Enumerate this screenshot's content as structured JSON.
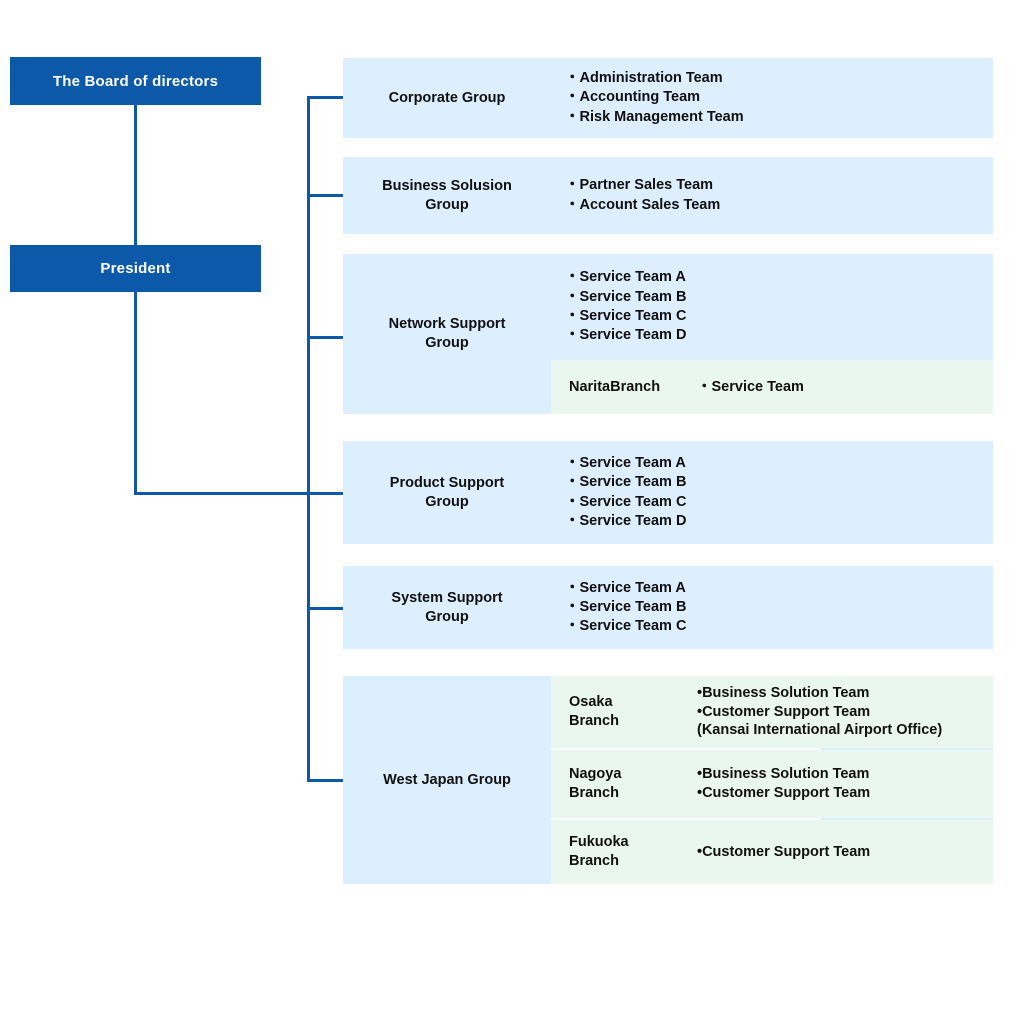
{
  "colors": {
    "exec_bg": "#0b59a8",
    "exec_text": "#ffffff",
    "panel_bg": "#ddeeff",
    "branch_bg": "#eaf7f0",
    "line": "#0b59a8",
    "text": "#101010"
  },
  "executives": {
    "board": "The Board of directors",
    "president": "President"
  },
  "groups": [
    {
      "name": "Corporate Group",
      "teams": [
        "・Administration Team",
        "・Accounting Team",
        "・Risk Management Team"
      ],
      "branches": []
    },
    {
      "name": "Business Solusion Group",
      "name_line1": "Business Solusion",
      "name_line2": "Group",
      "teams": [
        "・Partner Sales Team",
        "・Account Sales Team"
      ],
      "branches": []
    },
    {
      "name": "Network Support Group",
      "name_line1": "Network Support",
      "name_line2": "Group",
      "teams": [
        "・Service Team A",
        "・Service Team B",
        "・Service Team C",
        "・Service Team D"
      ],
      "branches": [
        {
          "name": "NaritaBranch",
          "teams": [
            "・Service Team"
          ]
        }
      ]
    },
    {
      "name": "Product Support Group",
      "name_line1": "Product Support",
      "name_line2": "Group",
      "teams": [
        "・Service Team A",
        "・Service Team B",
        "・Service Team C",
        "・Service Team D"
      ],
      "branches": []
    },
    {
      "name": "System Support Group",
      "name_line1": "System Support",
      "name_line2": "Group",
      "teams": [
        "・Service Team A",
        "・Service Team B",
        "・Service Team C"
      ],
      "branches": []
    },
    {
      "name": "West Japan Group",
      "teams": [],
      "branches": [
        {
          "name": "Osaka Branch",
          "name_line1": "Osaka",
          "name_line2": "Branch",
          "teams": [
            "•Business Solution Team",
            "•Customer Support Team",
            " (Kansai International Airport Office)"
          ]
        },
        {
          "name": "Nagoya Branch",
          "name_line1": "Nagoya",
          "name_line2": "Branch",
          "teams": [
            "•Business Solution Team",
            "•Customer Support Team"
          ]
        },
        {
          "name": "Fukuoka Branch",
          "name_line1": "Fukuoka",
          "name_line2": "Branch",
          "teams": [
            "•Customer Support Team"
          ]
        }
      ]
    }
  ]
}
